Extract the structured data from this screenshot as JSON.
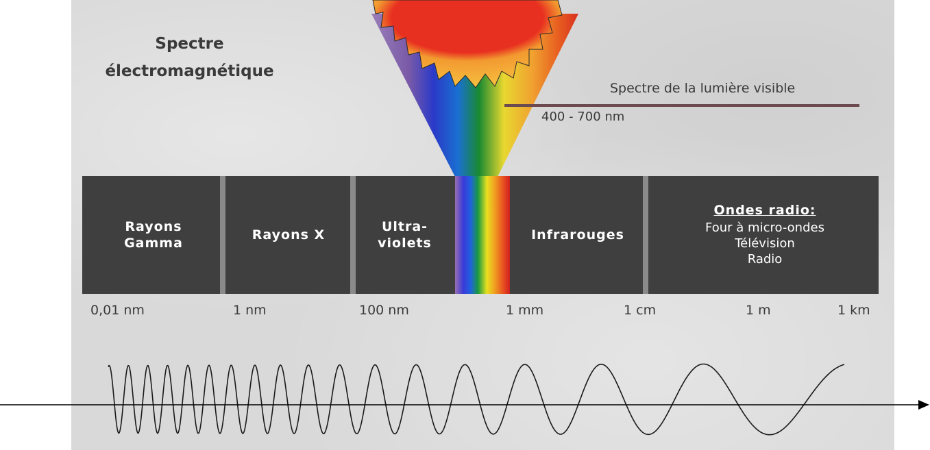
{
  "title": {
    "line1": "Spectre",
    "line2": "électromagnétique"
  },
  "visible": {
    "label": "Spectre de la lumière visible",
    "range": "400 - 700 nm"
  },
  "band": {
    "gamma": {
      "line1": "Rayons",
      "line2": "Gamma"
    },
    "xray": "Rayons X",
    "uv": {
      "line1": "Ultra-",
      "line2": "violets"
    },
    "ir": "Infrarouges",
    "radio": {
      "title": "Ondes radio:",
      "items": [
        "Four à micro-ondes",
        "Télévision",
        "Radio"
      ]
    }
  },
  "ticks": [
    "0,01 nm",
    "1 nm",
    "100 nm",
    "1 mm",
    "1 cm",
    "1 m",
    "1 km"
  ],
  "colors": {
    "band": "#3f3f3f",
    "separator": "#8a8a8a",
    "pointer_line": "#6b4a50"
  }
}
